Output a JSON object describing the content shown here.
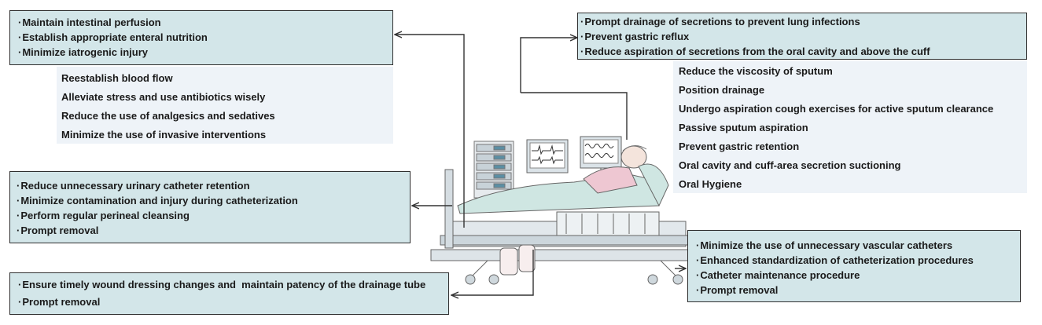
{
  "intestinal": {
    "goals": [
      "Maintain intestinal perfusion",
      "Establish appropriate enteral nutrition",
      "Minimize iatrogenic injury"
    ],
    "measures": [
      "Reestablish blood flow",
      "Alleviate stress and use antibiotics wisely",
      "Reduce the use of analgesics and sedatives",
      "Minimize the use of invasive interventions"
    ]
  },
  "respiratory": {
    "goals": [
      "Prompt drainage of secretions to prevent lung infections",
      "Prevent gastric reflux",
      "Reduce aspiration of secretions from the oral cavity and above the cuff"
    ],
    "measures": [
      "Reduce the viscosity of sputum",
      "Position drainage",
      "Undergo aspiration cough exercises for active sputum clearance",
      "Passive sputum aspiration",
      "Prevent gastric retention",
      "Oral cavity and cuff-area secretion suctioning",
      "Oral Hygiene"
    ]
  },
  "urinary": {
    "goals": [
      "Reduce unnecessary urinary catheter retention",
      "Minimize contamination and injury during catheterization",
      "Perform regular perineal cleansing",
      "Prompt removal"
    ]
  },
  "vascular": {
    "goals": [
      "Minimize the use of unnecessary vascular catheters",
      "Enhanced standardization of catheterization procedures",
      "Catheter maintenance procedure",
      "Prompt removal"
    ]
  },
  "drainage": {
    "goals": [
      "Ensure timely wound dressing changes and  maintain patency of the drainage tube",
      "Prompt removal"
    ]
  }
}
